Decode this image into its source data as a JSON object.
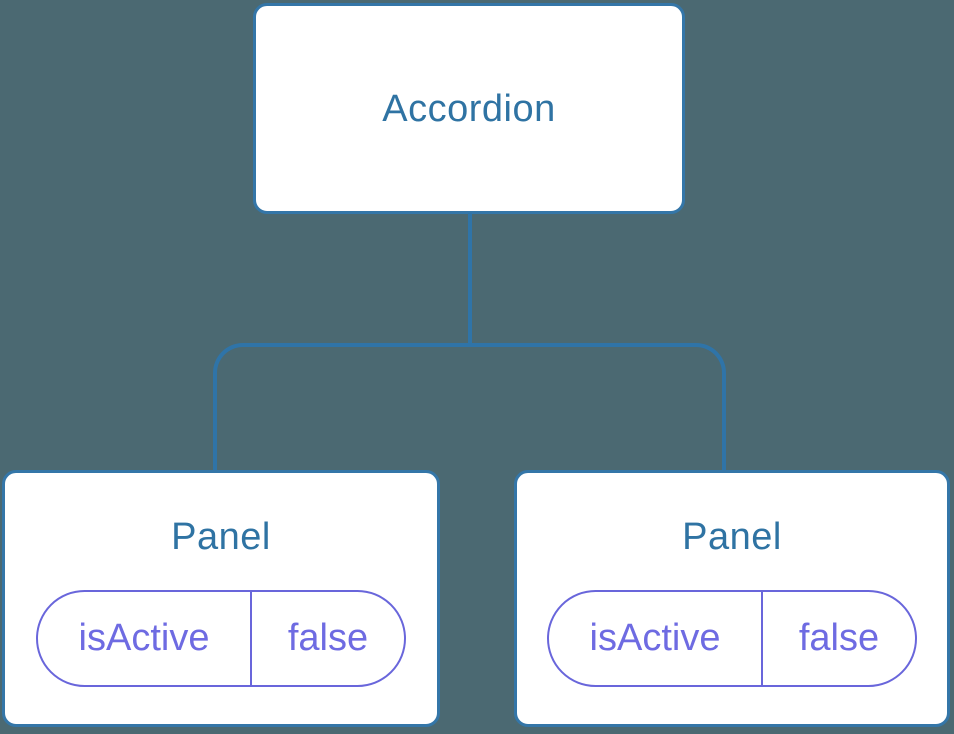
{
  "colors": {
    "background": "#4B6972",
    "line": "#2F74A8",
    "node-border": "#3476A8",
    "node-text": "#2F73A3",
    "pill-border": "#6966DB",
    "pill-text": "#6E6BE2"
  },
  "tree": {
    "root": {
      "label": "Accordion"
    },
    "children": [
      {
        "label": "Panel",
        "state": {
          "name": "isActive",
          "value": "false"
        }
      },
      {
        "label": "Panel",
        "state": {
          "name": "isActive",
          "value": "false"
        }
      }
    ]
  }
}
